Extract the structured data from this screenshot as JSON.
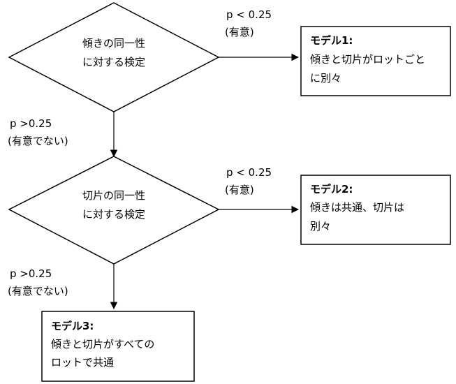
{
  "decision1": {
    "line1": "傾きの同一性",
    "line2": "に対する検定"
  },
  "decision2": {
    "line1": "切片の同一性",
    "line2": "に対する検定"
  },
  "edge1": {
    "line1": "p < 0.25",
    "line2": "(有意)"
  },
  "edge2": {
    "line1": "p >0.25",
    "line2": "(有意でない)"
  },
  "edge3": {
    "line1": "p < 0.25",
    "line2": "(有意)"
  },
  "edge4": {
    "line1": "p >0.25",
    "line2": "(有意でない)"
  },
  "model1": {
    "title": "モデル1:",
    "line1": "傾きと切片がロットごと",
    "line2": "に別々"
  },
  "model2": {
    "title": "モデル2:",
    "line1": "傾きは共通、切片は",
    "line2": "別々"
  },
  "model3": {
    "title": "モデル3:",
    "line1": "傾きと切片がすべての",
    "line2": "ロットで共通"
  }
}
